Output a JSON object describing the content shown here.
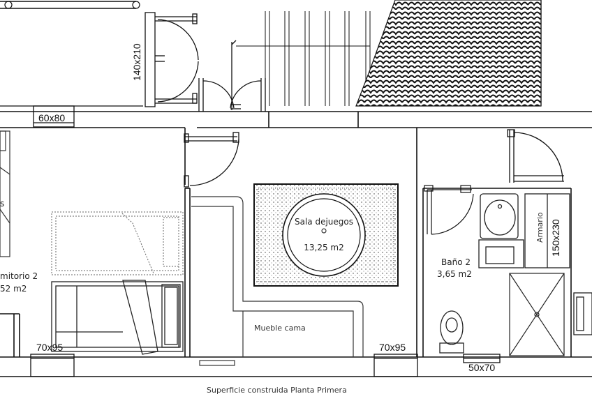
{
  "dimensions": {
    "window_top": "60x80",
    "door_left": "140x210",
    "window_bottom_left": "70x95",
    "window_bottom_mid": "70x95",
    "window_bottom_right": "50x70",
    "wardrobe": "150x230"
  },
  "rooms": {
    "bedroom_name": "mitorio 2",
    "bedroom_area": "52 m2",
    "bedroom_edge_text": "s",
    "playroom_name": "Sala dejuegos",
    "playroom_area": "13,25 m2",
    "bathroom_name": "Baño 2",
    "bathroom_area": "3,65 m2",
    "wardrobe_label": "Armario",
    "furniture_label": "Mueble cama"
  },
  "footer": {
    "caption": "Superficie construida Planta Primera"
  },
  "colors": {
    "wall": "#111111",
    "background": "#ffffff",
    "furniture": "#444444"
  }
}
